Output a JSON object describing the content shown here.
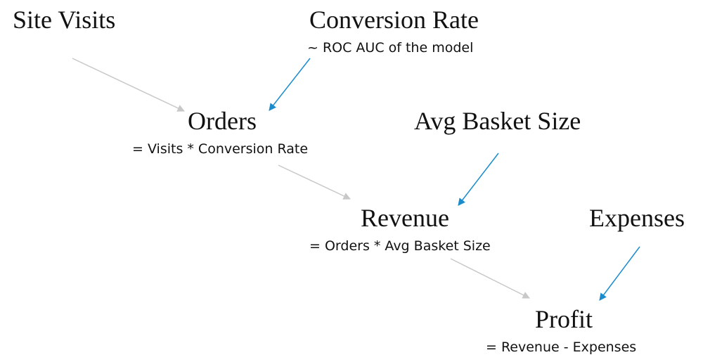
{
  "nodes": {
    "site_visits": {
      "title": "Site Visits"
    },
    "conversion_rate": {
      "title": "Conversion Rate",
      "subtitle": "~ ROC AUC of the model"
    },
    "orders": {
      "title": "Orders",
      "subtitle": "= Visits * Conversion Rate"
    },
    "avg_basket_size": {
      "title": "Avg Basket Size"
    },
    "revenue": {
      "title": "Revenue",
      "subtitle": "= Orders * Avg Basket Size"
    },
    "expenses": {
      "title": "Expenses"
    },
    "profit": {
      "title": "Profit",
      "subtitle": "= Revenue - Expenses"
    }
  },
  "edges": [
    {
      "from": "site_visits",
      "to": "orders",
      "color": "#c8c8c8"
    },
    {
      "from": "conversion_rate",
      "to": "orders",
      "color": "#1a8ccc"
    },
    {
      "from": "orders",
      "to": "revenue",
      "color": "#c8c8c8"
    },
    {
      "from": "avg_basket_size",
      "to": "revenue",
      "color": "#1a8ccc"
    },
    {
      "from": "revenue",
      "to": "profit",
      "color": "#c8c8c8"
    },
    {
      "from": "expenses",
      "to": "profit",
      "color": "#1a8ccc"
    }
  ],
  "colors": {
    "text": "#111111",
    "primary_arrow": "#c8c8c8",
    "modifier_arrow": "#1a8ccc"
  }
}
